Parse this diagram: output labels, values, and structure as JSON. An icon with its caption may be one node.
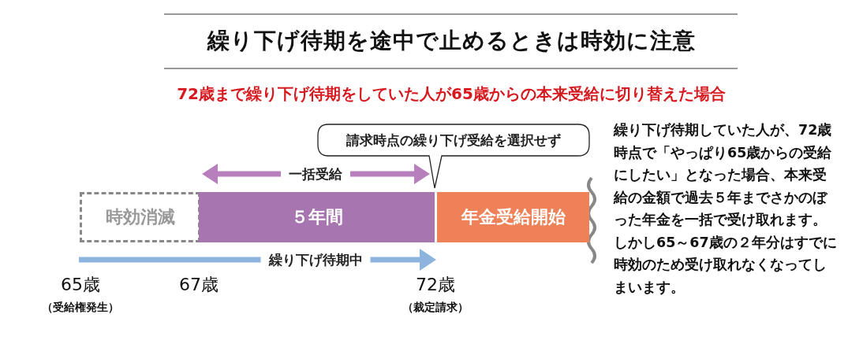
{
  "diagram": {
    "title": "繰り下げ待期を途中で止めるときは時効に注意",
    "nodes": [
      {
        "text": [
          "時効消滅"
        ]
      },
      {
        "text": [
          "５年間"
        ]
      },
      {
        "text": [
          "年金受給開始"
        ]
      },
      {
        "text": [
          "請求時点の繰り下げ受給を選択せず"
        ]
      }
    ],
    "labels": [
      "72歳まで繰り下げ待期をしていた人が65歳からの本来受給に切り替えた場合",
      "一括受給",
      "繰り下げ待期中",
      "65歳",
      "（受給権発生）",
      "67歳",
      "72歳",
      "（裁定請求）",
      "繰り下げ待期していた人が、72歳時点で「やっぱり65歳からの受給にしたい」となった場合、本来受給の金額で過去５年までさかのぼった年金を一括で受け取れます。しかし65～67歳の２年分はすでに時効のため受け取れなくなってしまいます。"
    ]
  }
}
